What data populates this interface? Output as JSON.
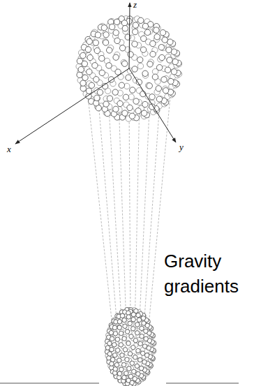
{
  "diagram": {
    "labels": [
      "z",
      "x",
      "y",
      "Gravity gradients"
    ]
  }
}
